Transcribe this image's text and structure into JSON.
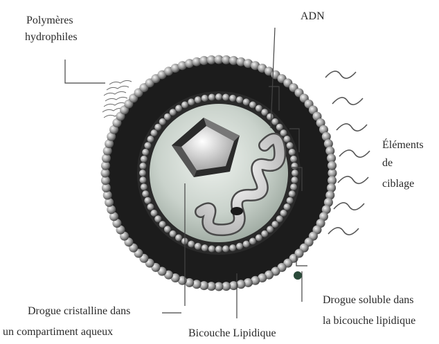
{
  "diagram": {
    "labels": {
      "polymers": [
        "Polymères",
        "hydrophiles"
      ],
      "dna": "ADN",
      "targeting": [
        "Éléments",
        "de",
        "ciblage"
      ],
      "crystalline_drug": [
        "Drogue cristalline dans",
        "un compartiment aqueux"
      ],
      "lipid_bilayer": "Bicouche Lipidique",
      "soluble_drug": [
        "Drogue soluble dans",
        "la bicouche lipidique"
      ]
    },
    "colors": {
      "outer_heads": "#555555",
      "bilayer_core": "#1c1c1c",
      "inner_heads": "#8a8a8a",
      "aqueous_core": "#cfd6d0",
      "leader_line": "#444444"
    }
  }
}
